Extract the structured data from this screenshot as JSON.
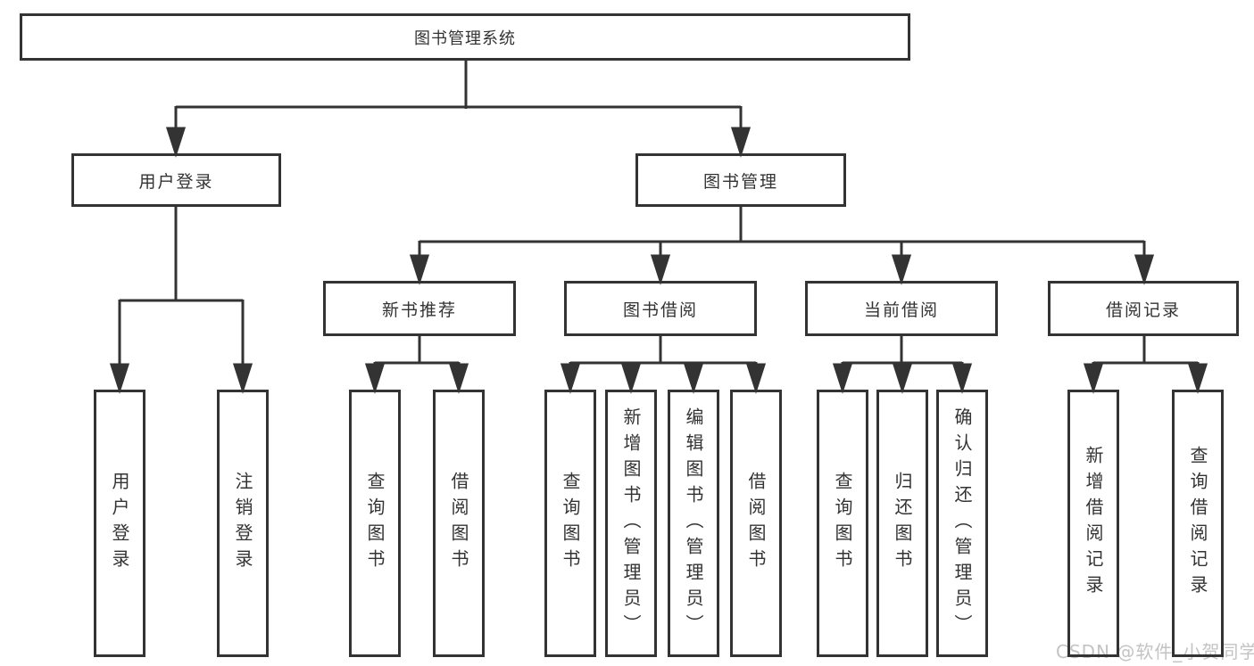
{
  "colors": {
    "background": "#ffffff",
    "line": "#333333",
    "box_border": "#333333",
    "text": "#333333",
    "watermark": "#c3c3c3"
  },
  "diagram": {
    "title_node": {
      "label": "图书管理系统"
    },
    "branches": [
      {
        "label": "用户登录"
      },
      {
        "label": "图书管理"
      }
    ],
    "modules": [
      {
        "label": "新书推荐",
        "parent": "图书管理"
      },
      {
        "label": "图书借阅",
        "parent": "图书管理"
      },
      {
        "label": "当前借阅",
        "parent": "图书管理"
      },
      {
        "label": "借阅记录",
        "parent": "图书管理"
      }
    ],
    "leaves": [
      {
        "label": "用户登录",
        "parent": "用户登录"
      },
      {
        "label": "注销登录",
        "parent": "用户登录"
      },
      {
        "label": "查询图书",
        "parent": "新书推荐"
      },
      {
        "label": "借阅图书",
        "parent": "新书推荐"
      },
      {
        "label": "查询图书",
        "parent": "图书借阅"
      },
      {
        "label": "新增图书（管理员）",
        "parent": "图书借阅"
      },
      {
        "label": "编辑图书（管理员）",
        "parent": "图书借阅"
      },
      {
        "label": "借阅图书",
        "parent": "图书借阅"
      },
      {
        "label": "查询图书",
        "parent": "当前借阅"
      },
      {
        "label": "归还图书",
        "parent": "当前借阅"
      },
      {
        "label": "确认归还（管理员）",
        "parent": "当前借阅"
      },
      {
        "label": "新增借阅记录",
        "parent": "借阅记录"
      },
      {
        "label": "查询借阅记录",
        "parent": "借阅记录"
      }
    ]
  },
  "watermark": {
    "text": "CSDN @软件_小贺同学"
  }
}
